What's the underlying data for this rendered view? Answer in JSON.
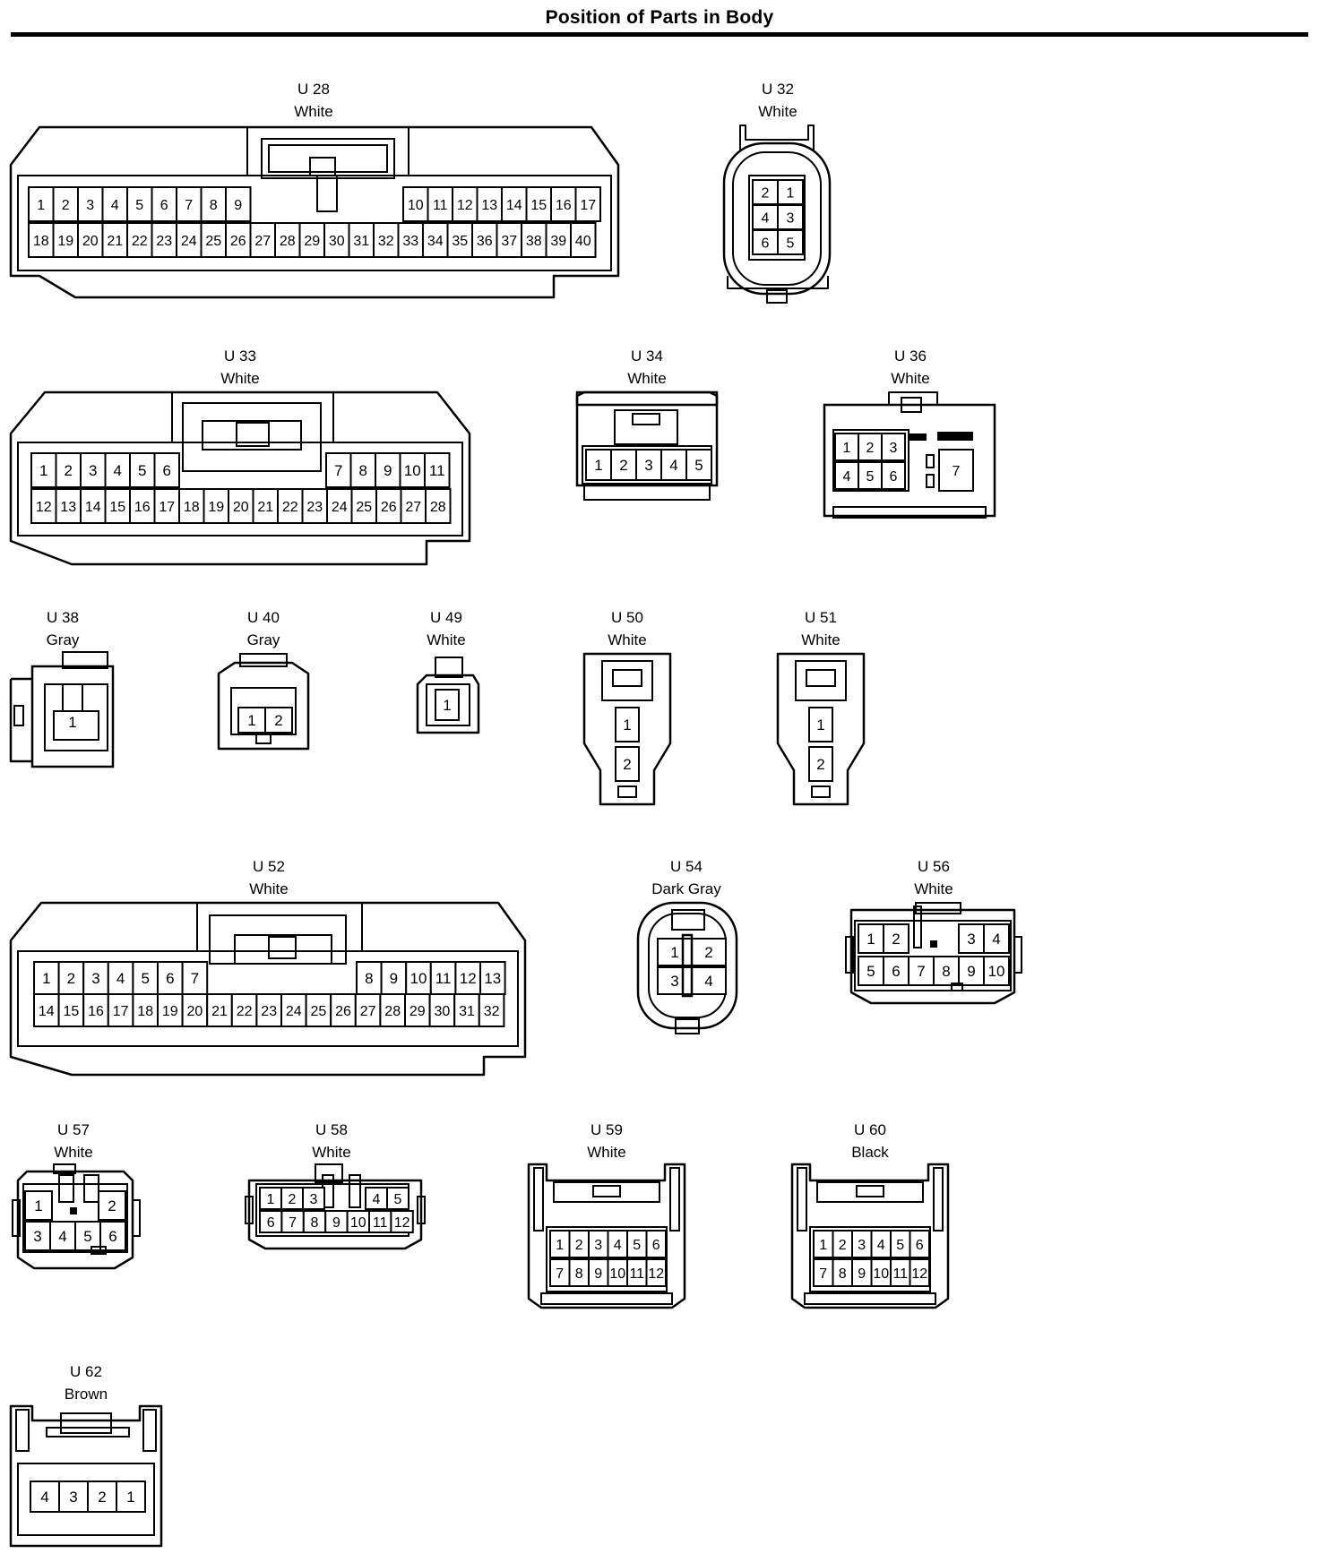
{
  "title": "Position of Parts in Body",
  "connectors": [
    {
      "id": "U 28",
      "color": "White",
      "rows": [
        [
          "1",
          "2",
          "3",
          "4",
          "5",
          "6",
          "7",
          "8",
          "9",
          "10",
          "11",
          "12",
          "13",
          "14",
          "15",
          "16",
          "17"
        ],
        [
          "18",
          "19",
          "20",
          "21",
          "22",
          "23",
          "24",
          "25",
          "26",
          "27",
          "28",
          "29",
          "30",
          "31",
          "32",
          "33",
          "34",
          "35",
          "36",
          "37",
          "38",
          "39",
          "40"
        ]
      ]
    },
    {
      "id": "U 32",
      "color": "White",
      "rows": [
        [
          "2",
          "1"
        ],
        [
          "4",
          "3"
        ],
        [
          "6",
          "5"
        ]
      ]
    },
    {
      "id": "U 33",
      "color": "White",
      "rows": [
        [
          "1",
          "2",
          "3",
          "4",
          "5",
          "6",
          "7",
          "8",
          "9",
          "10",
          "11"
        ],
        [
          "12",
          "13",
          "14",
          "15",
          "16",
          "17",
          "18",
          "19",
          "20",
          "21",
          "22",
          "23",
          "24",
          "25",
          "26",
          "27",
          "28"
        ]
      ]
    },
    {
      "id": "U 34",
      "color": "White",
      "rows": [
        [
          "1",
          "2",
          "3",
          "4",
          "5"
        ]
      ]
    },
    {
      "id": "U 36",
      "color": "White",
      "rows": [
        [
          "1",
          "2",
          "3",
          "7"
        ],
        [
          "4",
          "5",
          "6"
        ]
      ]
    },
    {
      "id": "U 38",
      "color": "Gray",
      "rows": [
        [
          "1"
        ]
      ]
    },
    {
      "id": "U 40",
      "color": "Gray",
      "rows": [
        [
          "1",
          "2"
        ]
      ]
    },
    {
      "id": "U 49",
      "color": "White",
      "rows": [
        [
          "1"
        ]
      ]
    },
    {
      "id": "U 50",
      "color": "White",
      "rows": [
        [
          "1"
        ],
        [
          "2"
        ]
      ]
    },
    {
      "id": "U 51",
      "color": "White",
      "rows": [
        [
          "1"
        ],
        [
          "2"
        ]
      ]
    },
    {
      "id": "U 52",
      "color": "White",
      "rows": [
        [
          "1",
          "2",
          "3",
          "4",
          "5",
          "6",
          "7",
          "8",
          "9",
          "10",
          "11",
          "12",
          "13"
        ],
        [
          "14",
          "15",
          "16",
          "17",
          "18",
          "19",
          "20",
          "21",
          "22",
          "23",
          "24",
          "25",
          "26",
          "27",
          "28",
          "29",
          "30",
          "31",
          "32"
        ]
      ]
    },
    {
      "id": "U 54",
      "color": "Dark Gray",
      "rows": [
        [
          "1",
          "2"
        ],
        [
          "3",
          "4"
        ]
      ]
    },
    {
      "id": "U 56",
      "color": "White",
      "rows": [
        [
          "1",
          "2",
          "3",
          "4"
        ],
        [
          "5",
          "6",
          "7",
          "8",
          "9",
          "10"
        ]
      ]
    },
    {
      "id": "U 57",
      "color": "White",
      "rows": [
        [
          "1",
          "2"
        ],
        [
          "3",
          "4",
          "5",
          "6"
        ]
      ]
    },
    {
      "id": "U 58",
      "color": "White",
      "rows": [
        [
          "1",
          "2",
          "3",
          "4",
          "5"
        ],
        [
          "6",
          "7",
          "8",
          "9",
          "10",
          "11",
          "12"
        ]
      ]
    },
    {
      "id": "U 59",
      "color": "White",
      "rows": [
        [
          "1",
          "2",
          "3",
          "4",
          "5",
          "6"
        ],
        [
          "7",
          "8",
          "9",
          "10",
          "11",
          "12"
        ]
      ]
    },
    {
      "id": "U 60",
      "color": "Black",
      "rows": [
        [
          "1",
          "2",
          "3",
          "4",
          "5",
          "6"
        ],
        [
          "7",
          "8",
          "9",
          "10",
          "11",
          "12"
        ]
      ]
    },
    {
      "id": "U 62",
      "color": "Brown",
      "rows": [
        [
          "4",
          "3",
          "2",
          "1"
        ]
      ]
    }
  ]
}
